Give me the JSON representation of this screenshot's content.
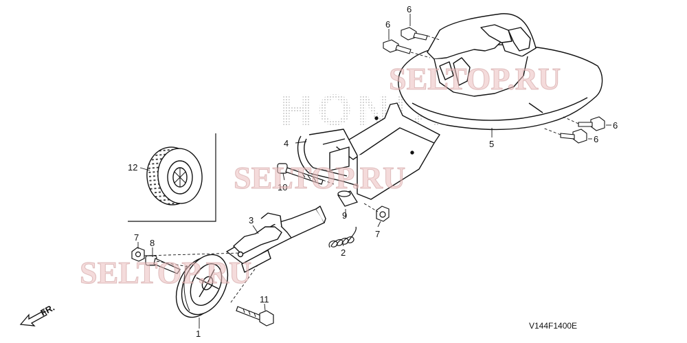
{
  "diagram": {
    "brand_watermark": "HONDA",
    "site_watermark": "SELTOP.RU",
    "figure_code": "V144F1400E",
    "direction_label": "FR.",
    "callouts": [
      {
        "id": "c1",
        "label": "1"
      },
      {
        "id": "c2",
        "label": "2"
      },
      {
        "id": "c3",
        "label": "3"
      },
      {
        "id": "c4",
        "label": "4"
      },
      {
        "id": "c5",
        "label": "5"
      },
      {
        "id": "c6a",
        "label": "6"
      },
      {
        "id": "c6b",
        "label": "6"
      },
      {
        "id": "c6c",
        "label": "6"
      },
      {
        "id": "c6d",
        "label": "6"
      },
      {
        "id": "c7a",
        "label": "7"
      },
      {
        "id": "c7b",
        "label": "7"
      },
      {
        "id": "c8",
        "label": "8"
      },
      {
        "id": "c9",
        "label": "9"
      },
      {
        "id": "c10",
        "label": "10"
      },
      {
        "id": "c11",
        "label": "11"
      },
      {
        "id": "c12",
        "label": "12"
      }
    ]
  }
}
